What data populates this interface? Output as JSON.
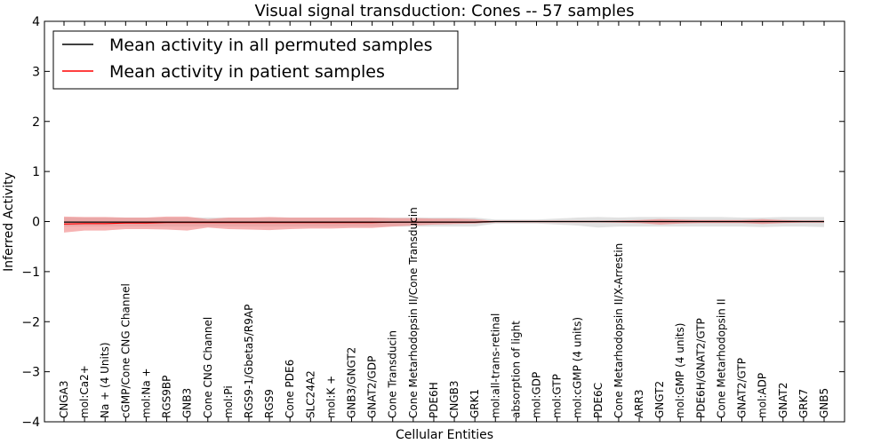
{
  "chart_data": {
    "type": "line",
    "title": "Visual signal transduction: Cones -- 57 samples",
    "xlabel": "Cellular Entities",
    "ylabel": "Inferred Activity",
    "ylim": [
      -4,
      4
    ],
    "yticks": [
      4,
      3,
      2,
      1,
      0,
      -1,
      -2,
      -3,
      -4
    ],
    "ytick_labels": [
      "4",
      "3",
      "2",
      "1",
      "0",
      "−1",
      "−2",
      "−3",
      "−4"
    ],
    "grid": false,
    "legend_position": "top-left",
    "categories": [
      "CNGA3",
      "mol:Ca2+",
      "Na + (4 Units)",
      "cGMP/Cone CNG Channel",
      "mol:Na +",
      "RGS9BP",
      "GNB3",
      "Cone CNG Channel",
      "mol:Pi",
      "RGS9-1/Gbeta5/R9AP",
      "RGS9",
      "Cone PDE6",
      "SLC24A2",
      "mol:K +",
      "GNB3/GNGT2",
      "GNAT2/GDP",
      "Cone Transducin",
      "Cone Metarhodopsin II/Cone Transducin",
      "PDE6H",
      "CNGB3",
      "GRK1",
      "mol:all-trans-retinal",
      "absorption of light",
      "mol:GDP",
      "mol:GTP",
      "mol:cGMP (4 units)",
      "PDE6C",
      "Cone Metarhodopsin II/X-Arrestin",
      "ARR3",
      "GNGT2",
      "mol:GMP (4 units)",
      "PDE6H/GNAT2/GTP",
      "Cone Metarhodopsin II",
      "GNAT2/GTP",
      "mol:ADP",
      "GNAT2",
      "GRK7",
      "GNB5"
    ],
    "series": [
      {
        "name": "Mean activity in all permuted samples",
        "color": "#000000",
        "band_color": "#aaaaaa",
        "values": [
          -0.01,
          -0.01,
          -0.01,
          -0.01,
          -0.01,
          -0.01,
          -0.01,
          -0.01,
          -0.01,
          -0.01,
          -0.01,
          -0.01,
          -0.01,
          -0.01,
          -0.01,
          -0.01,
          -0.01,
          -0.01,
          -0.01,
          -0.01,
          -0.01,
          0.0,
          0.0,
          0.0,
          0.0,
          0.0,
          0.0,
          0.0,
          0.0,
          0.0,
          0.0,
          0.0,
          0.0,
          0.0,
          0.0,
          0.0,
          0.0,
          0.0
        ],
        "upper": [
          0.08,
          0.08,
          0.08,
          0.08,
          0.08,
          0.08,
          0.08,
          0.08,
          0.08,
          0.08,
          0.08,
          0.08,
          0.08,
          0.08,
          0.08,
          0.08,
          0.08,
          0.08,
          0.08,
          0.08,
          0.08,
          0.04,
          0.04,
          0.04,
          0.06,
          0.08,
          0.09,
          0.08,
          0.09,
          0.09,
          0.09,
          0.09,
          0.09,
          0.08,
          0.08,
          0.09,
          0.09,
          0.09
        ],
        "lower": [
          -0.1,
          -0.1,
          -0.1,
          -0.1,
          -0.1,
          -0.1,
          -0.1,
          -0.1,
          -0.1,
          -0.1,
          -0.1,
          -0.1,
          -0.1,
          -0.1,
          -0.1,
          -0.1,
          -0.1,
          -0.1,
          -0.1,
          -0.1,
          -0.1,
          -0.04,
          -0.04,
          -0.04,
          -0.06,
          -0.08,
          -0.12,
          -0.1,
          -0.1,
          -0.1,
          -0.1,
          -0.1,
          -0.1,
          -0.1,
          -0.11,
          -0.1,
          -0.1,
          -0.11
        ]
      },
      {
        "name": "Mean activity in patient samples",
        "color": "#ff0000",
        "band_color": "#f08080",
        "values": [
          -0.05,
          -0.04,
          -0.04,
          -0.03,
          -0.03,
          -0.02,
          -0.02,
          -0.02,
          -0.02,
          -0.02,
          -0.02,
          -0.02,
          -0.02,
          -0.02,
          -0.02,
          -0.02,
          -0.01,
          -0.01,
          -0.01,
          -0.01,
          -0.01,
          0.0,
          0.0,
          0.0,
          0.0,
          0.0,
          0.0,
          0.0,
          0.0,
          0.0,
          0.0,
          0.0,
          0.0,
          0.0,
          0.0,
          0.0,
          0.0,
          0.0
        ],
        "upper": [
          0.1,
          0.09,
          0.09,
          0.08,
          0.08,
          0.1,
          0.1,
          0.05,
          0.08,
          0.08,
          0.09,
          0.08,
          0.08,
          0.08,
          0.08,
          0.08,
          0.07,
          0.07,
          0.06,
          0.06,
          0.05,
          0.01,
          0.01,
          0.01,
          0.01,
          0.01,
          0.01,
          0.02,
          0.03,
          0.05,
          0.04,
          0.03,
          0.03,
          0.03,
          0.05,
          0.03,
          0.02,
          0.02
        ],
        "lower": [
          -0.22,
          -0.18,
          -0.18,
          -0.15,
          -0.15,
          -0.16,
          -0.18,
          -0.12,
          -0.15,
          -0.16,
          -0.17,
          -0.15,
          -0.14,
          -0.14,
          -0.13,
          -0.13,
          -0.1,
          -0.08,
          -0.06,
          -0.05,
          -0.04,
          -0.01,
          -0.01,
          -0.01,
          -0.01,
          -0.01,
          -0.01,
          -0.02,
          -0.03,
          -0.06,
          -0.04,
          -0.03,
          -0.03,
          -0.03,
          -0.05,
          -0.03,
          -0.02,
          -0.02
        ]
      }
    ]
  }
}
